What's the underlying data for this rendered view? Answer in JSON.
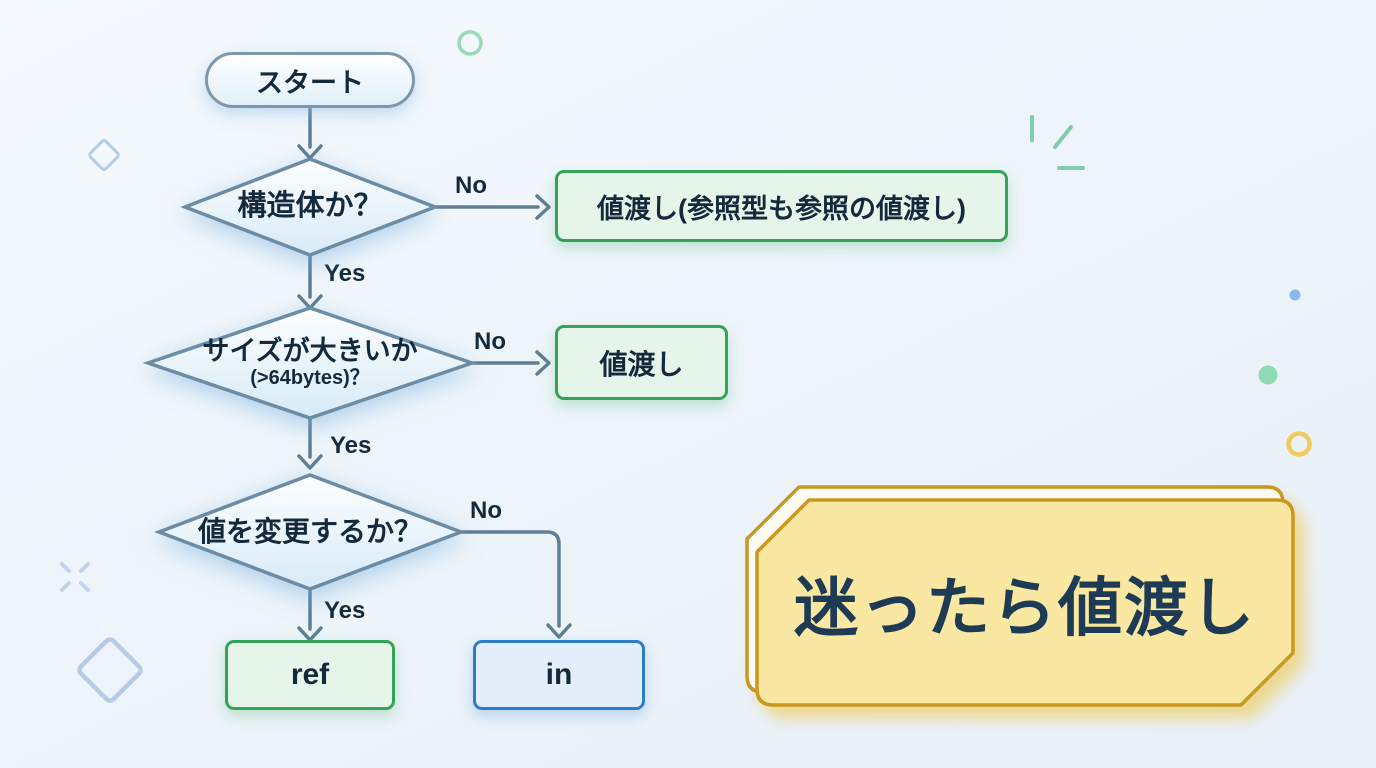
{
  "colors": {
    "background": "#eef5fa",
    "connector_line": "#5e7e94",
    "decision_border": "#6c8ba4",
    "decision_fill": "#dcecf8",
    "node_text": "#14293c",
    "green_border": "#35a257",
    "green_fill": "#e6f5e9",
    "blue_border": "#2d7dc5",
    "blue_fill": "#e4eefa",
    "callout_border": "#c8991e",
    "callout_fill": "#f9e7a2",
    "callout_back_fill": "#fdfcf4",
    "callout_text_color": "#1d3b55"
  },
  "flowchart": {
    "start": {
      "label": "スタート"
    },
    "decisions": [
      {
        "label": "構造体か？",
        "yes_label": "Yes",
        "no_label": "No"
      },
      {
        "label": "サイズが大きいか",
        "sublabel": "(>64bytes)？",
        "yes_label": "Yes",
        "no_label": "No"
      },
      {
        "label": "値を変更するか？",
        "yes_label": "Yes",
        "no_label": "No"
      }
    ],
    "results": {
      "pass_by_value_full": "値渡し(参照型も参照の値渡し)",
      "pass_by_value": "値渡し",
      "ref": "ref",
      "in": "in"
    },
    "callout": {
      "label": "迷ったら値渡し"
    }
  },
  "decorations": [
    "green-ring",
    "blue-small-diamond",
    "blue-sparkle-cross",
    "blue-large-diamond",
    "green-sparkle-lines",
    "blue-dot",
    "green-dot",
    "yellow-ring"
  ]
}
